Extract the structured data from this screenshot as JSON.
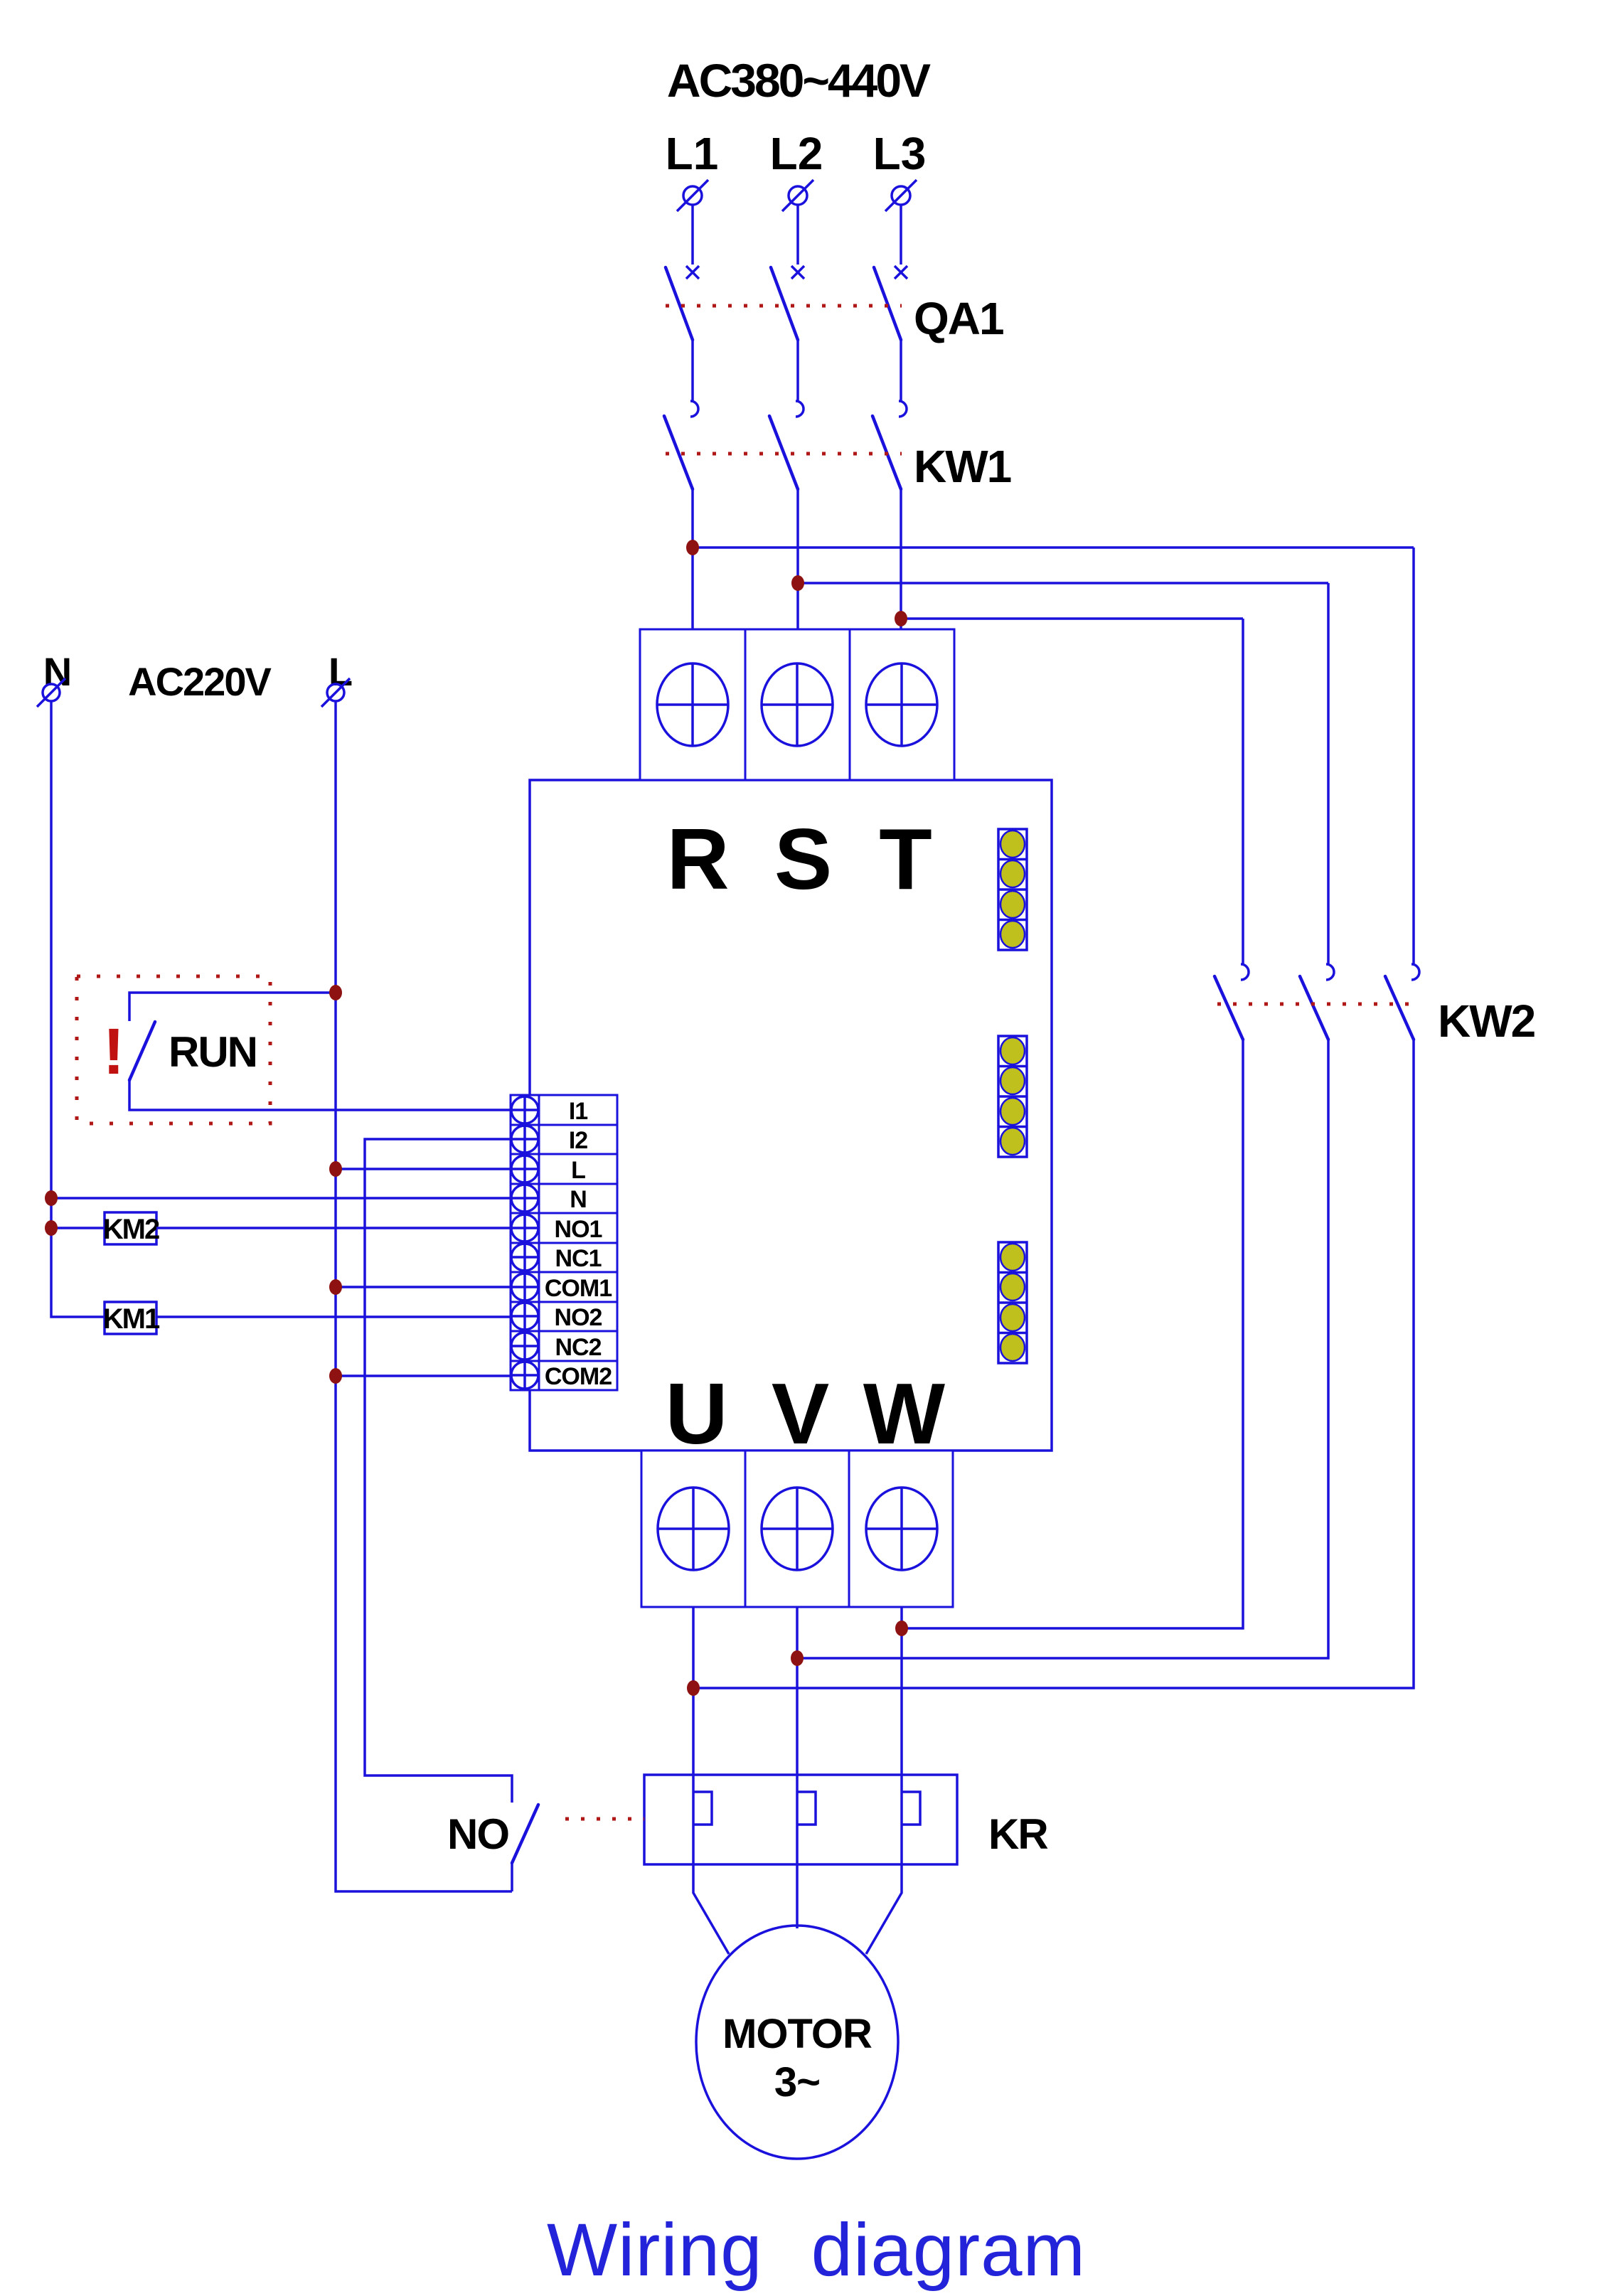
{
  "title": "Wiring diagram",
  "colors": {
    "wire_blue": "#1a12dc",
    "junction_red": "#8e1212",
    "dotted_red": "#b01818",
    "led_yellow": "#bfbf1d",
    "title_blue": "#2323d9",
    "text_black": "#000000"
  },
  "supply3ph": {
    "label": "AC380~440V",
    "phases": [
      "L1",
      "L2",
      "L3"
    ]
  },
  "breaker": "QA1",
  "contactor_main": "KW1",
  "contactor_bypass": "KW2",
  "inverter": {
    "inputs": [
      "R",
      "S",
      "T"
    ],
    "outputs": [
      "U",
      "V",
      "W"
    ]
  },
  "strip": {
    "rows": [
      "I1",
      "I2",
      "L",
      "N",
      "NO1",
      "NC1",
      "COM1",
      "NO2",
      "NC2",
      "COM2"
    ]
  },
  "control": {
    "neutral": "N",
    "supply": "AC220V",
    "line": "L",
    "warning": "!",
    "run": "RUN",
    "relay2": "KM2",
    "relay1": "KM1",
    "no_switch": "NO"
  },
  "overload": "KR",
  "motor": {
    "name": "MOTOR",
    "phase": "3~"
  }
}
